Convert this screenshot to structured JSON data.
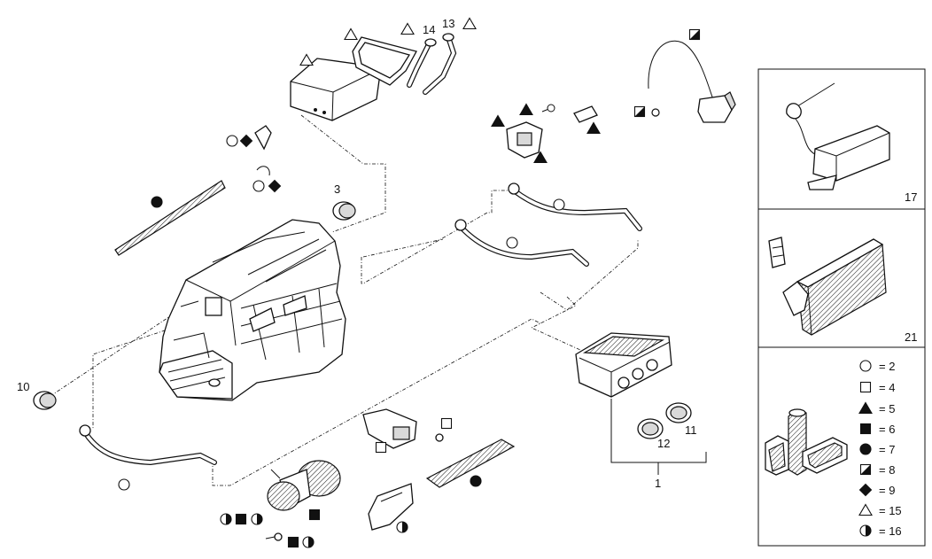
{
  "callouts": {
    "c1": "1",
    "c3": "3",
    "c10": "10",
    "c11": "11",
    "c12": "12",
    "c13": "13",
    "c14": "14",
    "c17": "17",
    "c21": "21"
  },
  "legend": {
    "items": [
      {
        "symbol": "circle-open",
        "text": "= 2"
      },
      {
        "symbol": "square-open",
        "text": "= 4"
      },
      {
        "symbol": "triangle-filled",
        "text": "= 5"
      },
      {
        "symbol": "square-filled",
        "text": "= 6"
      },
      {
        "symbol": "circle-filled",
        "text": "= 7"
      },
      {
        "symbol": "square-half",
        "text": "= 8"
      },
      {
        "symbol": "diamond-filled",
        "text": "= 9"
      },
      {
        "symbol": "triangle-open",
        "text": "= 15"
      },
      {
        "symbol": "circle-half",
        "text": "= 16"
      }
    ]
  }
}
